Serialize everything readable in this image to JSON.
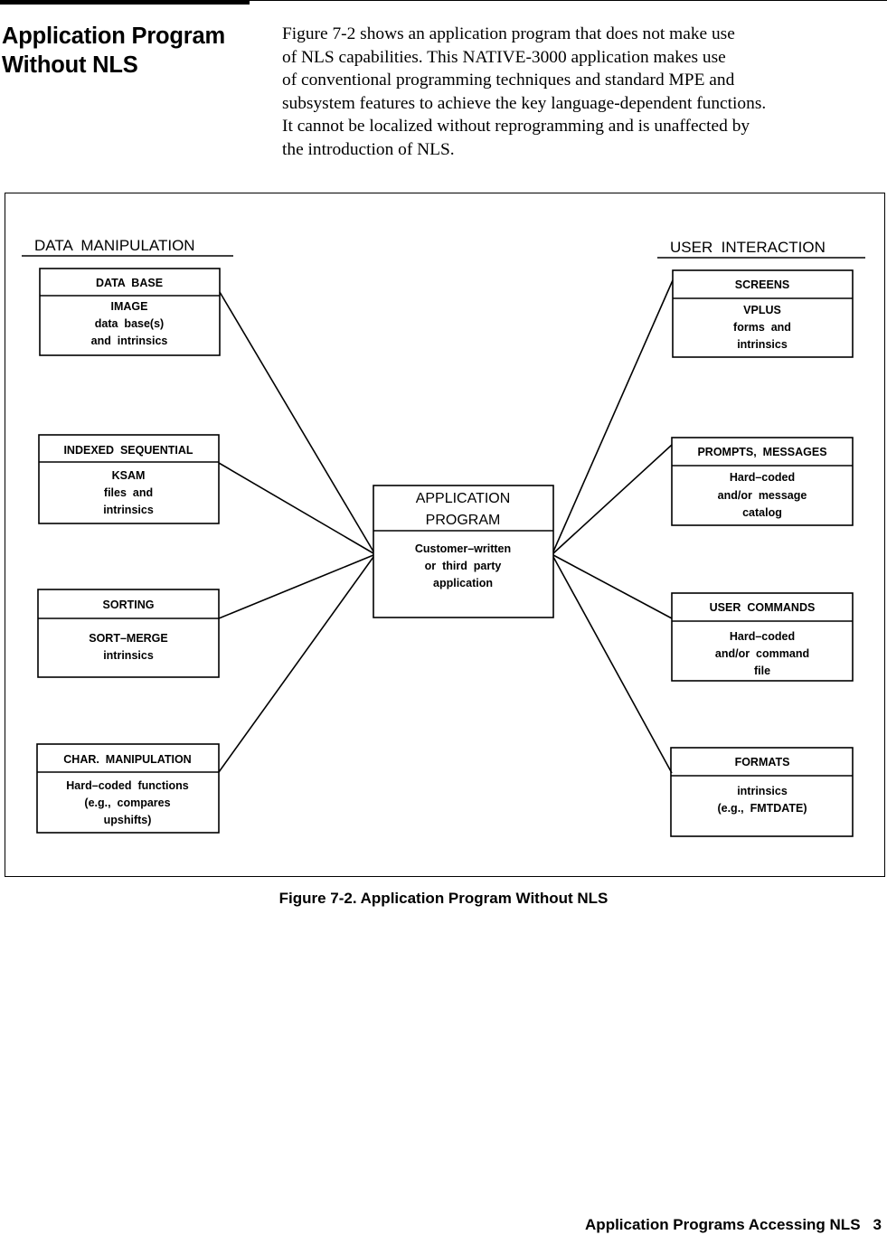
{
  "heading": {
    "lines": [
      "Application Program",
      "Without NLS"
    ]
  },
  "body_text": {
    "lines": [
      "Figure 7-2 shows an application program that does not make use",
      "of NLS capabilities. This NATIVE-3000 application makes use",
      "of conventional programming techniques and standard MPE and",
      "subsystem features to achieve the key language-dependent functions.",
      "It cannot be localized without reprogramming and is unaffected by",
      "the introduction of NLS."
    ]
  },
  "diagram": {
    "left_section_label": "DATA  MANIPULATION",
    "right_section_label": "USER  INTERACTION",
    "left_boxes": [
      {
        "title": "DATA  BASE",
        "body": [
          "IMAGE",
          "data  base(s)",
          "and  intrinsics"
        ]
      },
      {
        "title": "INDEXED  SEQUENTIAL",
        "body": [
          "KSAM",
          "files  and",
          "intrinsics"
        ]
      },
      {
        "title": "SORTING",
        "body": [
          "SORT–MERGE",
          "intrinsics"
        ]
      },
      {
        "title": "CHAR.  MANIPULATION",
        "body": [
          "Hard–coded  functions",
          "(e.g.,  compares",
          "upshifts)"
        ]
      }
    ],
    "right_boxes": [
      {
        "title": "SCREENS",
        "body": [
          "VPLUS",
          "forms  and",
          "intrinsics"
        ]
      },
      {
        "title": "PROMPTS,  MESSAGES",
        "body": [
          "Hard–coded",
          "and/or  message",
          "catalog"
        ]
      },
      {
        "title": "USER  COMMANDS",
        "body": [
          "Hard–coded",
          "and/or  command",
          "file"
        ]
      },
      {
        "title": "FORMATS",
        "body": [
          "intrinsics",
          "(e.g.,  FMTDATE)"
        ]
      }
    ],
    "center_box": {
      "title": [
        "APPLICATION",
        "PROGRAM"
      ],
      "body": [
        "Customer–written",
        "or  third  party",
        "application"
      ]
    }
  },
  "caption": "Figure 7-2.  Application Program Without NLS",
  "footer": {
    "section_title": "Application Programs Accessing NLS",
    "page_number": "3"
  }
}
